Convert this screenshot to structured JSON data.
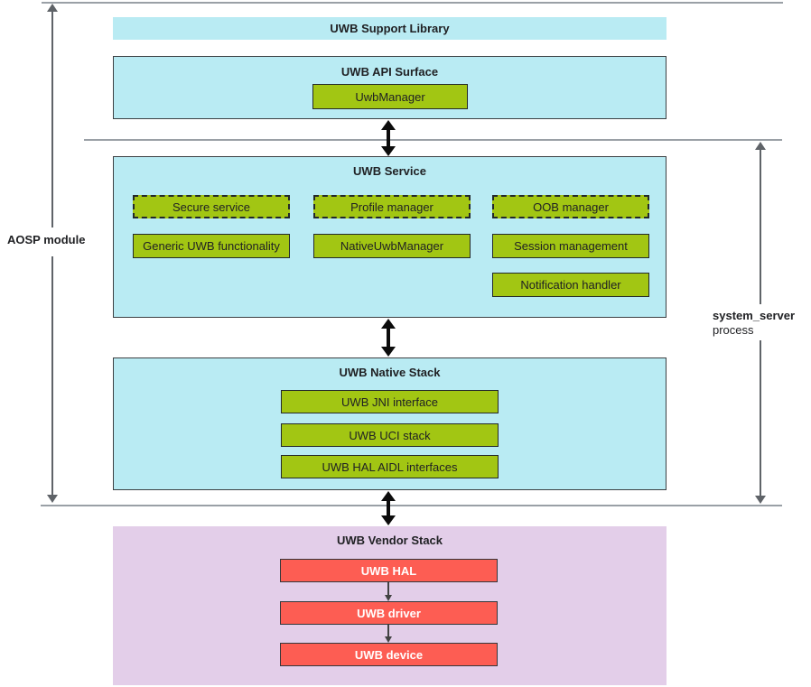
{
  "colors": {
    "cyan": "#b9ebf3",
    "green": "#a2c613",
    "purple": "#e3cee9",
    "red": "#fd5d53",
    "line_gray": "#9aa0a6",
    "arrow_dark": "#5f6368",
    "text_dark": "#202124"
  },
  "annotations": {
    "aosp": "AOSP module",
    "system_server": "system_server",
    "process": "process"
  },
  "support_library": {
    "title": "UWB Support Library"
  },
  "api_surface": {
    "title": "UWB API Surface",
    "uwb_manager": "UwbManager"
  },
  "service": {
    "title": "UWB Service",
    "dashed": [
      "Secure service",
      "Profile manager",
      "OOB manager"
    ],
    "solid": [
      "Generic UWB functionality",
      "NativeUwbManager",
      "Session management",
      "Notification handler"
    ]
  },
  "native_stack": {
    "title": "UWB Native Stack",
    "boxes": [
      "UWB JNI interface",
      "UWB UCI stack",
      "UWB HAL AIDL interfaces"
    ]
  },
  "vendor_stack": {
    "title": "UWB Vendor Stack",
    "boxes": [
      "UWB HAL",
      "UWB driver",
      "UWB device"
    ]
  }
}
